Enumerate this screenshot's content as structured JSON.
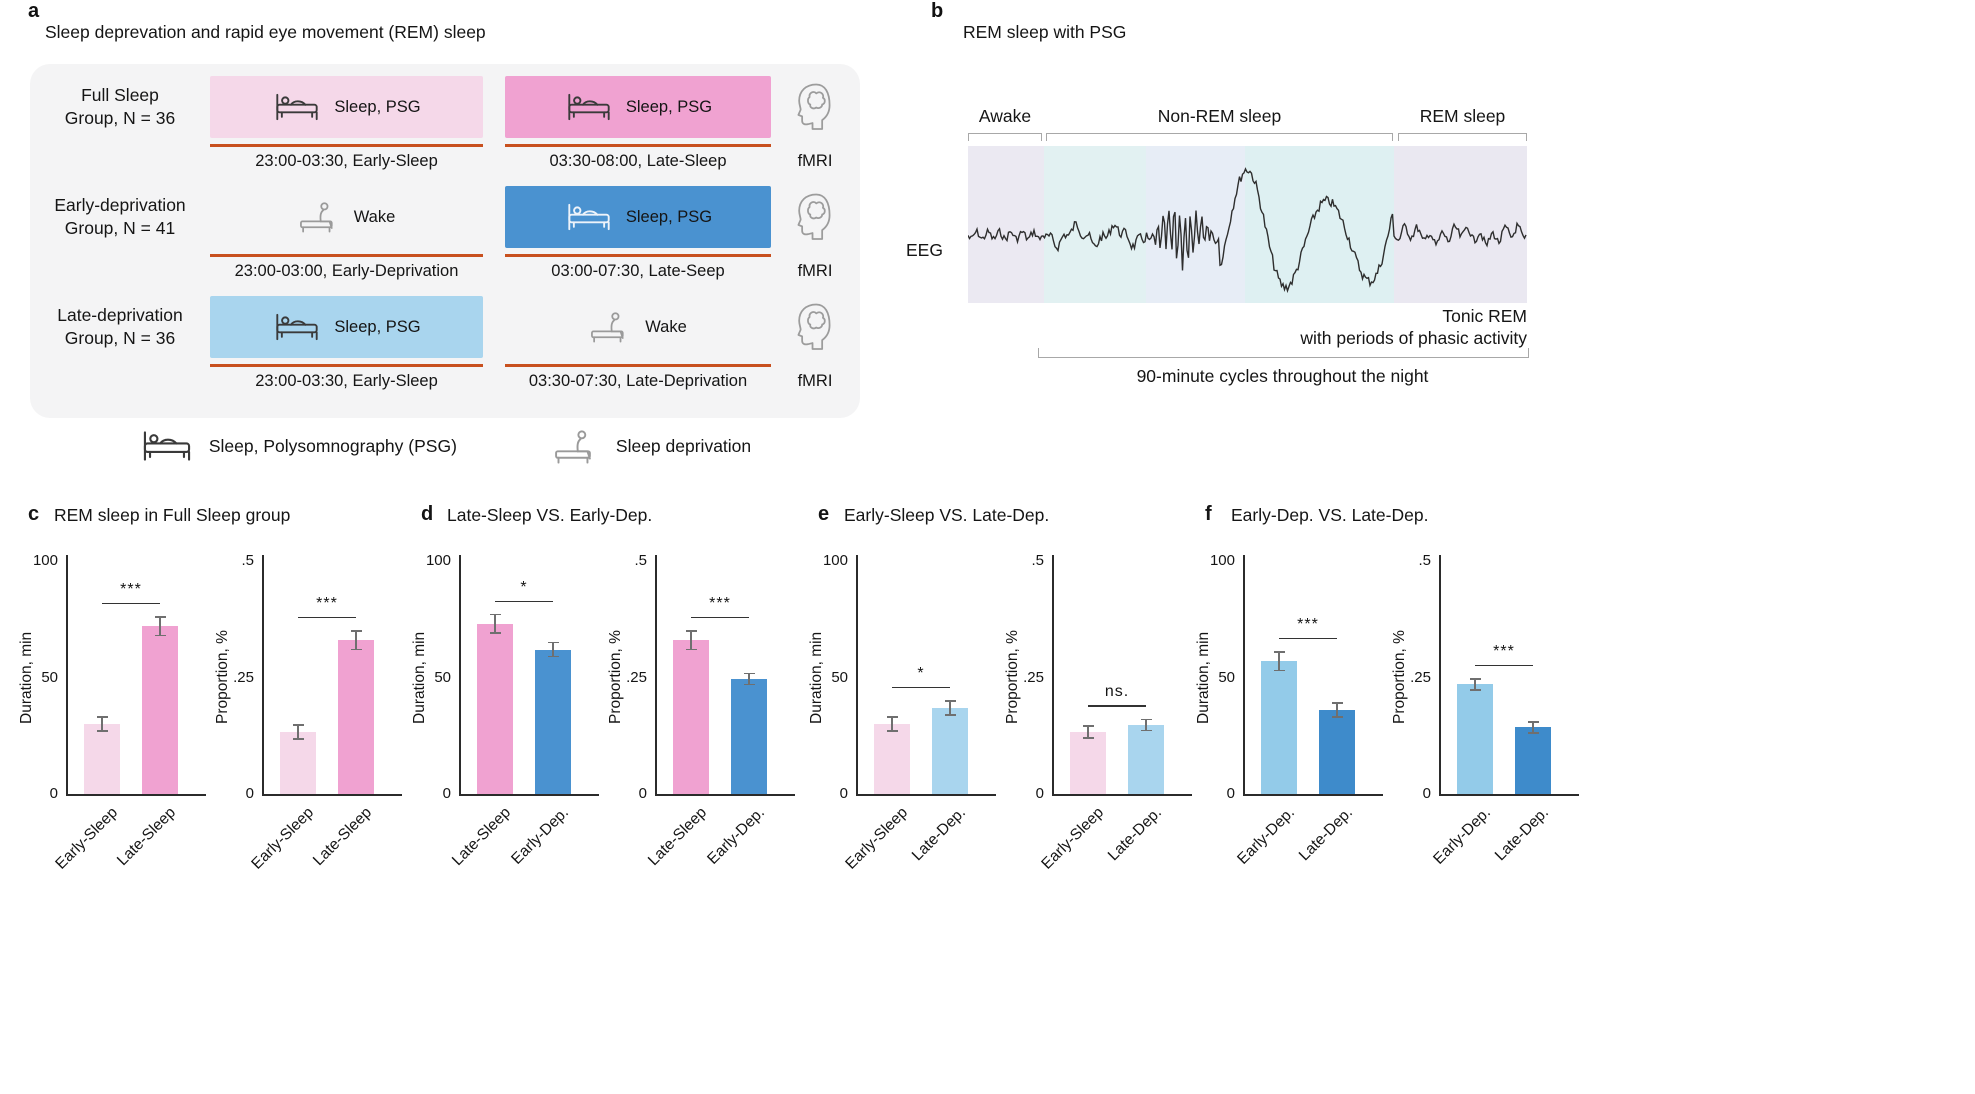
{
  "panel_a": {
    "letter": "a",
    "title": "Sleep deprevation and rapid eye movement (REM) sleep",
    "timeline_color": "#c8501e",
    "rows": [
      {
        "group_line1": "Full Sleep",
        "group_line2": "Group, N = 36",
        "left": {
          "kind": "sleep",
          "label": "Sleep, PSG",
          "color": "#f5d8e9",
          "caption": "23:00-03:30, Early-Sleep"
        },
        "right": {
          "kind": "sleep",
          "label": "Sleep, PSG",
          "color": "#f0a2d1",
          "caption": "03:30-08:00, Late-Sleep"
        },
        "scan_label": "fMRI"
      },
      {
        "group_line1": "Early-deprivation",
        "group_line2": "Group, N = 41",
        "left": {
          "kind": "wake",
          "label": "Wake",
          "color": "",
          "caption": "23:00-03:00, Early-Deprivation"
        },
        "right": {
          "kind": "sleep",
          "label": "Sleep, PSG",
          "color": "#4a92d0",
          "caption": "03:00-07:30, Late-Seep"
        },
        "scan_label": "fMRI"
      },
      {
        "group_line1": "Late-deprivation",
        "group_line2": "Group, N = 36",
        "left": {
          "kind": "sleep",
          "label": "Sleep, PSG",
          "color": "#a9d5ee",
          "caption": "23:00-03:30, Early-Sleep"
        },
        "right": {
          "kind": "wake",
          "label": "Wake",
          "color": "",
          "caption": "03:30-07:30, Late-Deprivation"
        },
        "scan_label": "fMRI"
      }
    ],
    "legend": [
      {
        "icon": "sleep-icon",
        "label": "Sleep, Polysomnography (PSG)"
      },
      {
        "icon": "wake-icon",
        "label": "Sleep deprivation"
      }
    ]
  },
  "panel_b": {
    "letter": "b",
    "title": "REM sleep with PSG",
    "stage_labels": [
      "Awake",
      "Non-REM sleep",
      "REM sleep"
    ],
    "eeg_axis_label": "EEG",
    "annotation_line1": "Tonic REM",
    "annotation_line2": "with periods of phasic activity",
    "bottom_caption": "90-minute cycles throughout the night"
  },
  "chart_data": [
    {
      "type": "bar",
      "panel_label": "c",
      "title": "REM sleep in Full Sleep group",
      "subplots": [
        {
          "ylabel": "Duration, min",
          "ylim": [
            0,
            100
          ],
          "yticks": [
            0,
            50,
            100
          ],
          "ytick_labels": [
            "0",
            "50",
            "100"
          ],
          "categories": [
            "Early-Sleep",
            "Late-Sleep"
          ],
          "values": [
            30,
            72
          ],
          "errors": [
            3,
            4
          ],
          "colors": [
            "#f5d8e9",
            "#f0a2d1"
          ],
          "significance": "***"
        },
        {
          "ylabel": "Proportion, %",
          "ylim": [
            0,
            0.5
          ],
          "yticks": [
            0,
            0.25,
            0.5
          ],
          "ytick_labels": [
            "0",
            ".25",
            ".5"
          ],
          "categories": [
            "Early-Sleep",
            "Late-Sleep"
          ],
          "values": [
            0.133,
            0.33
          ],
          "errors": [
            0.015,
            0.02
          ],
          "colors": [
            "#f5d8e9",
            "#f0a2d1"
          ],
          "significance": "***"
        }
      ]
    },
    {
      "type": "bar",
      "panel_label": "d",
      "title": "Late-Sleep VS. Early-Dep.",
      "subplots": [
        {
          "ylabel": "Duration, min",
          "ylim": [
            0,
            100
          ],
          "yticks": [
            0,
            50,
            100
          ],
          "ytick_labels": [
            "0",
            "50",
            "100"
          ],
          "categories": [
            "Late-Sleep",
            "Early-Dep."
          ],
          "values": [
            73,
            62
          ],
          "errors": [
            4,
            3
          ],
          "colors": [
            "#f0a2d1",
            "#4a92d0"
          ],
          "significance": "*"
        },
        {
          "ylabel": "Proportion, %",
          "ylim": [
            0,
            0.5
          ],
          "yticks": [
            0,
            0.25,
            0.5
          ],
          "ytick_labels": [
            "0",
            ".25",
            ".5"
          ],
          "categories": [
            "Late-Sleep",
            "Early-Dep."
          ],
          "values": [
            0.33,
            0.247
          ],
          "errors": [
            0.02,
            0.012
          ],
          "colors": [
            "#f0a2d1",
            "#4a92d0"
          ],
          "significance": "***"
        }
      ]
    },
    {
      "type": "bar",
      "panel_label": "e",
      "title": "Early-Sleep VS. Late-Dep.",
      "subplots": [
        {
          "ylabel": "Duration, min",
          "ylim": [
            0,
            100
          ],
          "yticks": [
            0,
            50,
            100
          ],
          "ytick_labels": [
            "0",
            "50",
            "100"
          ],
          "categories": [
            "Early-Sleep",
            "Late-Dep."
          ],
          "values": [
            30,
            37
          ],
          "errors": [
            3,
            3
          ],
          "colors": [
            "#f5d8e9",
            "#a9d5ee"
          ],
          "significance": "*"
        },
        {
          "ylabel": "Proportion, %",
          "ylim": [
            0,
            0.5
          ],
          "yticks": [
            0,
            0.25,
            0.5
          ],
          "ytick_labels": [
            "0",
            ".25",
            ".5"
          ],
          "categories": [
            "Early-Sleep",
            "Late-Dep."
          ],
          "values": [
            0.133,
            0.148
          ],
          "errors": [
            0.013,
            0.012
          ],
          "colors": [
            "#f5d8e9",
            "#a9d5ee"
          ],
          "significance": "ns."
        }
      ]
    },
    {
      "type": "bar",
      "panel_label": "f",
      "title": "Early-Dep. VS. Late-Dep.",
      "subplots": [
        {
          "ylabel": "Duration, min",
          "ylim": [
            0,
            100
          ],
          "yticks": [
            0,
            50,
            100
          ],
          "ytick_labels": [
            "0",
            "50",
            "100"
          ],
          "categories": [
            "Early-Dep.",
            "Late-Dep."
          ],
          "values": [
            57,
            36
          ],
          "errors": [
            4,
            3
          ],
          "colors": [
            "#93cbe9",
            "#3e8bcb"
          ],
          "significance": "***"
        },
        {
          "ylabel": "Proportion, %",
          "ylim": [
            0,
            0.5
          ],
          "yticks": [
            0,
            0.25,
            0.5
          ],
          "ytick_labels": [
            "0",
            ".25",
            ".5"
          ],
          "categories": [
            "Early-Dep.",
            "Late-Dep."
          ],
          "values": [
            0.235,
            0.143
          ],
          "errors": [
            0.012,
            0.012
          ],
          "colors": [
            "#93cbe9",
            "#3e8bcb"
          ],
          "significance": "***"
        }
      ]
    }
  ]
}
